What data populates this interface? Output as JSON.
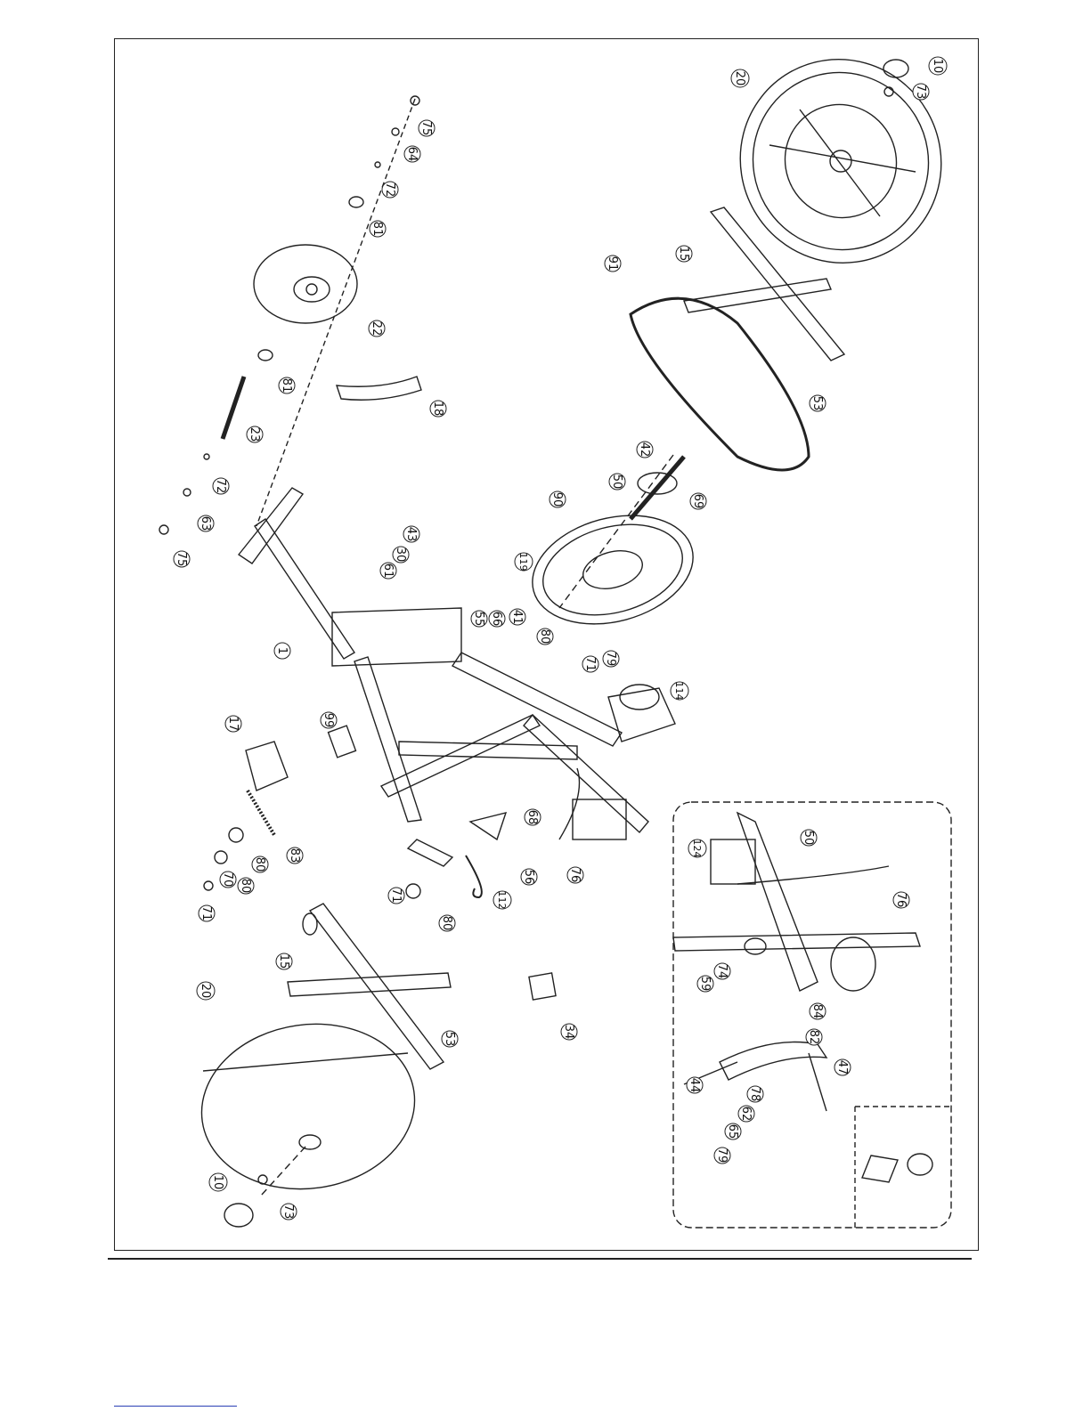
{
  "diagram": {
    "callouts": [
      {
        "id": "c10a",
        "text": "10"
      },
      {
        "id": "c73a",
        "text": "73"
      },
      {
        "id": "c20a",
        "text": "20"
      },
      {
        "id": "c75a",
        "text": "75"
      },
      {
        "id": "c64",
        "text": "64"
      },
      {
        "id": "c72a",
        "text": "72"
      },
      {
        "id": "c81a",
        "text": "81"
      },
      {
        "id": "c15a",
        "text": "15"
      },
      {
        "id": "c91",
        "text": "91"
      },
      {
        "id": "c22",
        "text": "22"
      },
      {
        "id": "c81b",
        "text": "81"
      },
      {
        "id": "c18",
        "text": "18"
      },
      {
        "id": "c53a",
        "text": "53"
      },
      {
        "id": "c23",
        "text": "23"
      },
      {
        "id": "c42",
        "text": "42"
      },
      {
        "id": "c72b",
        "text": "72"
      },
      {
        "id": "c50a",
        "text": "50"
      },
      {
        "id": "c69",
        "text": "69"
      },
      {
        "id": "c63",
        "text": "63"
      },
      {
        "id": "c90",
        "text": "90"
      },
      {
        "id": "c75b",
        "text": "75"
      },
      {
        "id": "c43",
        "text": "43"
      },
      {
        "id": "c30",
        "text": "30"
      },
      {
        "id": "c61",
        "text": "61"
      },
      {
        "id": "c119",
        "text": "119"
      },
      {
        "id": "c55",
        "text": "55"
      },
      {
        "id": "c66",
        "text": "66"
      },
      {
        "id": "c41",
        "text": "41"
      },
      {
        "id": "c80a",
        "text": "80"
      },
      {
        "id": "c71a",
        "text": "71"
      },
      {
        "id": "c79a",
        "text": "79"
      },
      {
        "id": "c1",
        "text": "1"
      },
      {
        "id": "c114",
        "text": "114"
      },
      {
        "id": "c17",
        "text": "17"
      },
      {
        "id": "c99",
        "text": "99"
      },
      {
        "id": "c68",
        "text": "68"
      },
      {
        "id": "c80b",
        "text": "80"
      },
      {
        "id": "c83",
        "text": "83"
      },
      {
        "id": "c80c",
        "text": "80"
      },
      {
        "id": "c70",
        "text": "70"
      },
      {
        "id": "c71b",
        "text": "71"
      },
      {
        "id": "c56",
        "text": "56"
      },
      {
        "id": "c76a",
        "text": "76"
      },
      {
        "id": "c112",
        "text": "112"
      },
      {
        "id": "c71c",
        "text": "71"
      },
      {
        "id": "c80d",
        "text": "80"
      },
      {
        "id": "c15b",
        "text": "15"
      },
      {
        "id": "c20b",
        "text": "20"
      },
      {
        "id": "c53b",
        "text": "53"
      },
      {
        "id": "c34",
        "text": "34"
      },
      {
        "id": "c10b",
        "text": "10"
      },
      {
        "id": "c73b",
        "text": "73"
      },
      {
        "id": "c124",
        "text": "124"
      },
      {
        "id": "c50b",
        "text": "50"
      },
      {
        "id": "c76b",
        "text": "76"
      },
      {
        "id": "c74",
        "text": "74"
      },
      {
        "id": "c59",
        "text": "59"
      },
      {
        "id": "c84",
        "text": "84"
      },
      {
        "id": "c82",
        "text": "82"
      },
      {
        "id": "c44",
        "text": "44"
      },
      {
        "id": "c78",
        "text": "78"
      },
      {
        "id": "c62",
        "text": "62"
      },
      {
        "id": "c65",
        "text": "65"
      },
      {
        "id": "c79b",
        "text": "79"
      },
      {
        "id": "c47",
        "text": "47"
      }
    ]
  }
}
